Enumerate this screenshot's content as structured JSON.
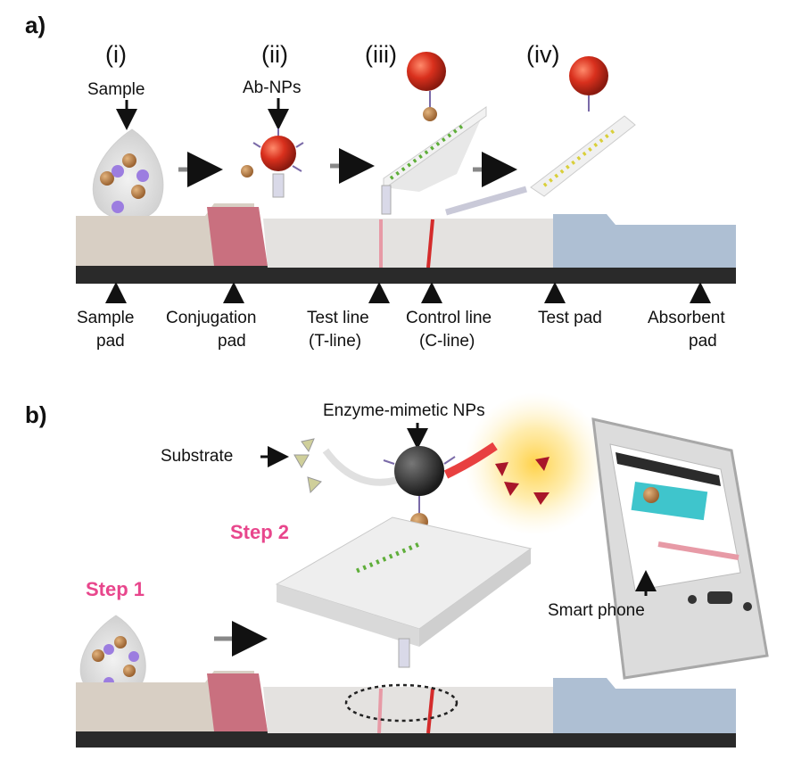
{
  "panel_a": {
    "label": "a)",
    "steps": [
      "(i)",
      "(ii)",
      "(iii)",
      "(iv)"
    ],
    "sample": "Sample",
    "ab_nps": "Ab-NPs",
    "strip_labels": {
      "sample_pad": [
        "Sample",
        "pad"
      ],
      "conjugation_pad": [
        "Conjugation",
        "pad"
      ],
      "test_line": [
        "Test line",
        "(T-line)"
      ],
      "control_line": [
        "Control line",
        "(C-line)"
      ],
      "test_pad": "Test pad",
      "absorbent_pad": [
        "Absorbent",
        "pad"
      ]
    }
  },
  "panel_b": {
    "label": "b)",
    "enzyme": "Enzyme-mimetic NPs",
    "substrate": "Substrate",
    "step1": "Step 1",
    "step2": "Step 2",
    "smart_phone": "Smart phone"
  },
  "colors": {
    "sample_pad": "#d8cfc4",
    "conjugation_pad": "#c9707f",
    "membrane": "#e4e2e0",
    "absorbent_pad": "#aebfd3",
    "control_line": "#d42b2b",
    "test_line": "#e79aa6",
    "nanoparticle": "#d9301d",
    "step_label": "#e8468c"
  }
}
